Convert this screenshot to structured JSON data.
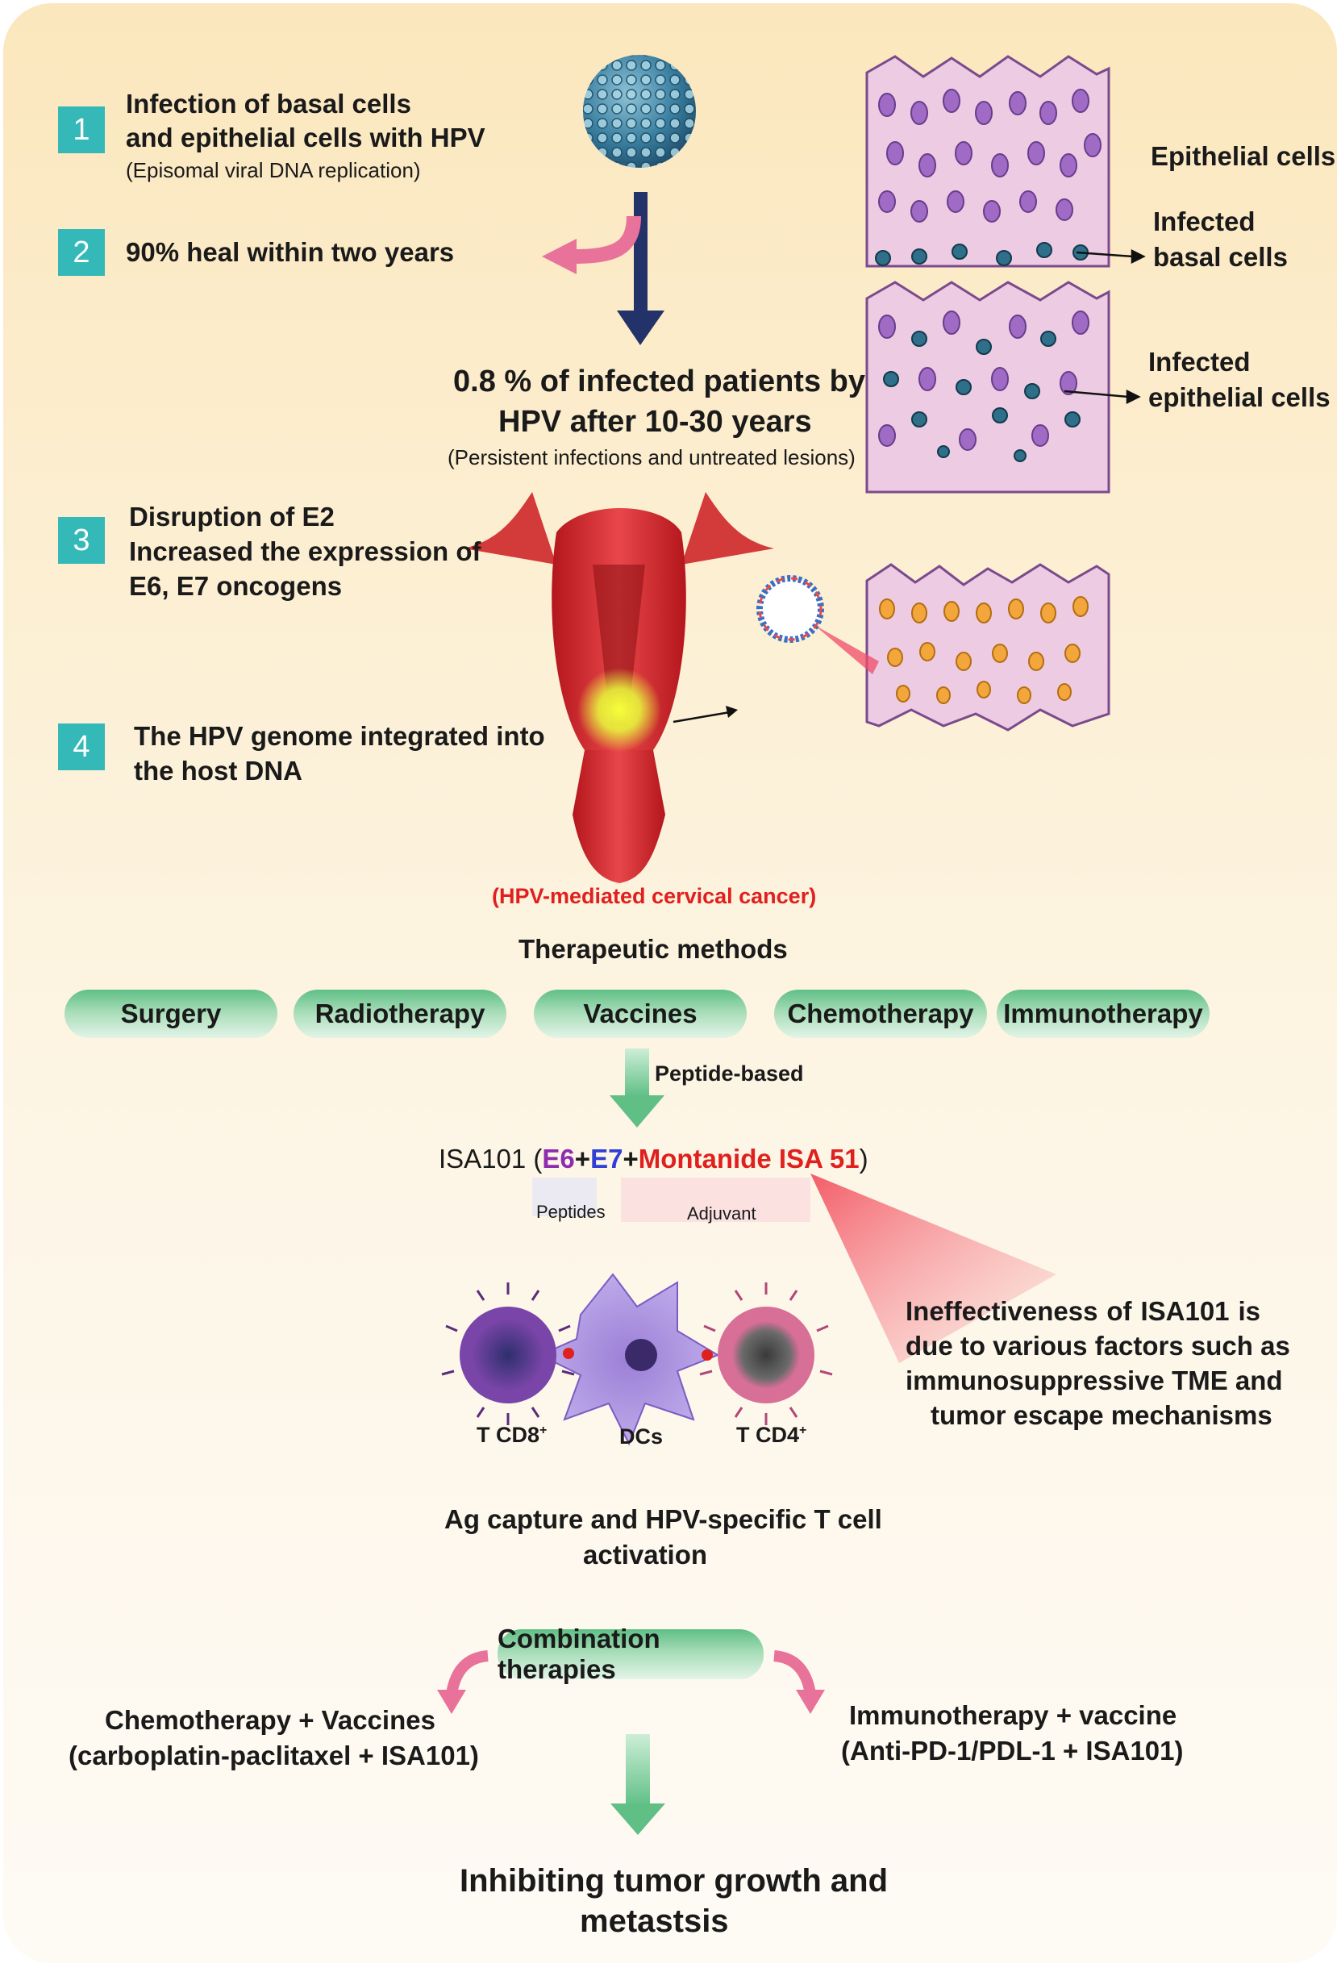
{
  "steps": [
    {
      "number": "1",
      "line1": "Infection of basal cells",
      "line2": "and epithelial cells with HPV",
      "note": "(Episomal viral DNA replication)"
    },
    {
      "number": "2",
      "line1": "90% heal within two years"
    },
    {
      "number": "3",
      "line1": "Disruption of E2",
      "line2": "Increased the expression of",
      "line3": "E6, E7 oncogens"
    },
    {
      "number": "4",
      "line1": "The HPV genome integrated into",
      "line2": "the host DNA"
    }
  ],
  "progression": {
    "line1": "0.8 % of infected patients by",
    "line2": "HPV after 10-30 years",
    "note": "(Persistent infections and untreated lesions)"
  },
  "cell_labels": {
    "epithelial": "Epithelial cells",
    "infected_basal_1": "Infected",
    "infected_basal_2": "basal cells",
    "infected_epi_1": "Infected",
    "infected_epi_2": "epithelial cells"
  },
  "cancer_label": "(HPV-mediated cervical cancer)",
  "therapeutic_title": "Therapeutic methods",
  "therapies": [
    "Surgery",
    "Radiotherapy",
    "Vaccines",
    "Chemotherapy",
    "Immunotherapy"
  ],
  "peptide_label": "Peptide-based",
  "isa": {
    "prefix": "ISA101 (",
    "e6": "E6",
    "plus1": "+",
    "e7": "E7",
    "plus2": "+",
    "adjuvant_name": "Montanide ISA 51",
    "suffix": ")",
    "peptides_label": "Peptides",
    "adjuvant_label": "Adjuvant"
  },
  "cells": {
    "cd8": "T CD8",
    "cd8_sup": "+",
    "dcs": "DCs",
    "cd4": "T CD4",
    "cd4_sup": "+"
  },
  "ineffective": [
    "Ineffectiveness of ISA101 is",
    "due to various factors such as",
    "immunosuppressive TME and",
    "tumor escape mechanisms"
  ],
  "activation": {
    "line1": "Ag capture and HPV-specific T cell",
    "line2": "activation"
  },
  "combination": {
    "title": "Combination therapies",
    "left_line1": "Chemotherapy + Vaccines",
    "left_line2": "(carboplatin-paclitaxel + ISA101)",
    "right_line1": "Immunotherapy + vaccine",
    "right_line2": "(Anti-PD-1/PDL-1 + ISA101)"
  },
  "outcome": {
    "line1": "Inhibiting tumor growth and",
    "line2": "metastsis"
  },
  "colors": {
    "teal": "#34b8b8",
    "navy": "#233268",
    "pink": "#e8729a",
    "green": "#5fbf85",
    "red": "#e0201e",
    "purple": "#8e2bb0",
    "blue": "#2f3fd6"
  }
}
